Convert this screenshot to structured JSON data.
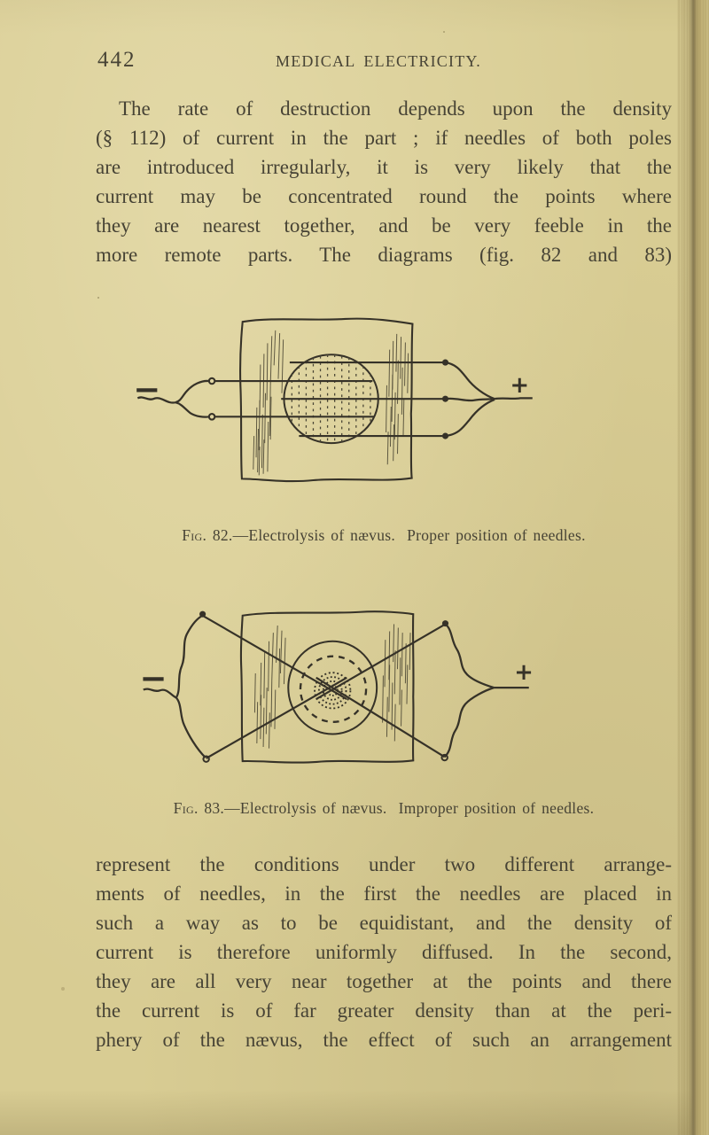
{
  "page": {
    "number": "442",
    "running_header": "MEDICAL ELECTRICITY.",
    "paragraph1_lines": [
      "The rate of destruction depends upon the density",
      "(§ 112) of current in the part ; if needles of both poles",
      "are introduced irregularly, it is very likely that the",
      "current may be concentrated round the points where",
      "they are nearest together, and be very feeble in the",
      "more remote parts.  The diagrams (fig. 82 and 83)"
    ],
    "paragraph2_lines": [
      "represent the conditions under two different arrange-",
      "ments of needles, in the first the needles are placed in",
      "such a way as to be equidistant, and the density of",
      "current is therefore uniformly diffused.  In the second,",
      "they are all very near together at the points and there",
      "the current is of far greater density than at the peri-",
      "phery of the nævus, the effect of such an arrangement"
    ],
    "figures": [
      {
        "caption_prefix": "Fig. 82.",
        "caption_body": "—Electrolysis of nævus.",
        "caption_note": "Proper position of needles.",
        "negative_label": "−",
        "positive_label": "+"
      },
      {
        "caption_prefix": "Fig. 83.",
        "caption_body": "—Electrolysis of nævus.",
        "caption_note": "Improper position of needles.",
        "negative_label": "−",
        "positive_label": "+"
      }
    ]
  }
}
